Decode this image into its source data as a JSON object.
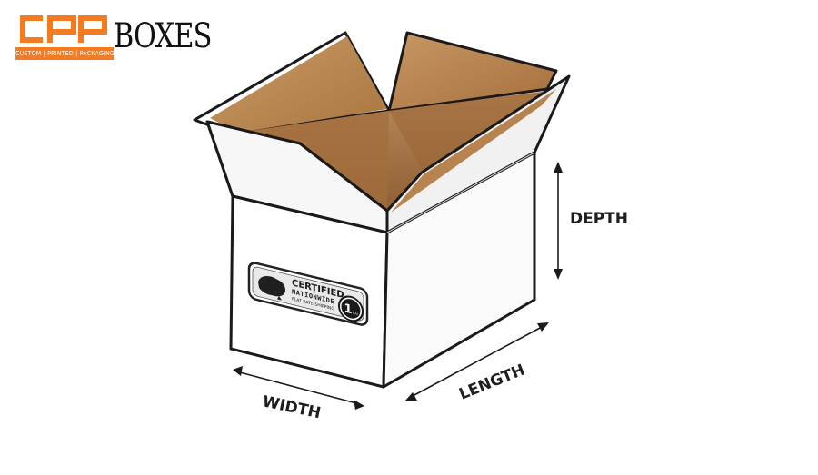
{
  "logo": {
    "mark_text": "CPP",
    "word": "BOXES",
    "tagline": "CUSTOM | PRINTED | PACKAGING",
    "brand_color": "#f47b20"
  },
  "box": {
    "label": {
      "line1": "CERTIFIED",
      "line2": "NATIONWIDE",
      "line3": "FLAT RATE SHIPPING",
      "weight": "1",
      "unit": "KG"
    },
    "cardboard_color": "#b07c48",
    "panel_color": "#ffffff",
    "outline_color": "#1a1a1a"
  },
  "dimensions": {
    "depth": "DEPTH",
    "length": "LENGTH",
    "width": "WIDTH"
  }
}
